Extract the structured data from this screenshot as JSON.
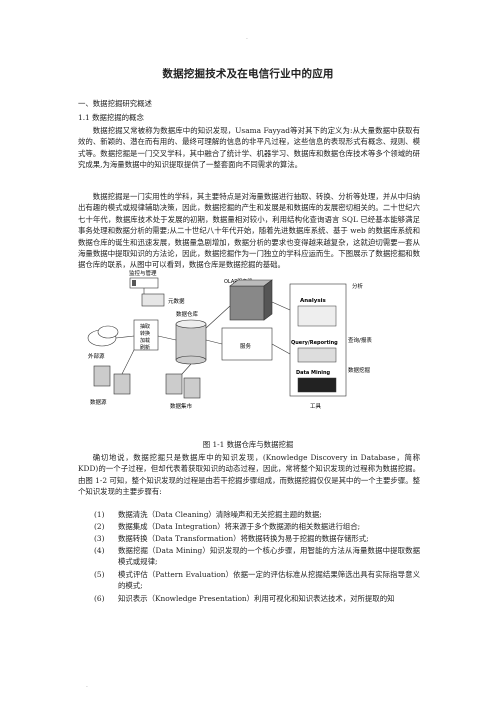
{
  "doc": {
    "top_mark": "·",
    "bottom_mark": "·",
    "title": "数据挖掘技术及在电信行业中的应用",
    "section1": "一、数据挖掘研究概述",
    "section1_1": "1.1 数据挖掘的概念",
    "para1": "数据挖掘又常被称为数据库中的知识发现，Usama Fayyad等对其下的定义为:从大量数据中获取有效的、新颖的、潜在而有用的、最终可理解的信息的非平凡过程，这些信息的表现形式有概念、规则、模式等。数据挖掘是一门交叉学科，其中融合了统计学、机器学习、数据库和数据仓库技术等多个领域的研究成果,为海量数据中的知识提取提供了一整套面向不同需求的算法。",
    "para2": "数据挖掘是一门实用性的学科，其主要特点是对海量数据进行抽取、转换、分析等处理，并从中归纳出有趣的模式或规律辅助决策，因此，数据挖掘的产生和发展是和数据库的发展密切相关的。二十世纪六七十年代，数据库技术处于发展的初期，数据量相对较小，利用结构化查询语言 SQL 已经基本能够满足事务处理和数据分析的需要;从二十世纪八十年代开始，随着先进数据库系统、基于 web 的数据库系统和数据仓库的诞生和迅速发展，数据量急剧增加，数据分析的要求也变得越来越复杂，这就迫切需要一套从海量数据中提取知识的方法论，因此，数据挖掘作为一门独立的学科应运而生。下图展示了数据挖掘和数据仓库的联系，从图中可以看到，数据仓库是数据挖掘的基础。",
    "figure_caption": "图 1-1  数据仓库与数据挖掘",
    "para3": "确切地说，数据挖掘只是数据库中的知识发现，(Knowledge Discovery in Database，简称 KDD)的一个子过程，但却代表着获取知识的动态过程，因此，常将整个知识发现的过程称为数据挖掘。由图 1-2 可知，整个知识发现的过程是由若干挖掘步骤组成，而数据挖掘仅仅是其中的一个主要步骤。整个知识发现的主要步骤有:",
    "steps": [
      {
        "num": "(1)",
        "text": "数据清洗（Data Cleaning）清除噪声和无关挖掘主题的数据;"
      },
      {
        "num": "(2)",
        "text": "数据集成（Data Integration）将来源于多个数据源的相关数据进行组合;"
      },
      {
        "num": "(3)",
        "text": "数据转换（Data Transformation）将数据转换为易于挖掘的数据存储形式;"
      },
      {
        "num": "(4)",
        "text": "数据挖掘（Data Mining）知识发现的一个核心步骤，用智能的方法从海量数据中提取数据模式或规律;"
      },
      {
        "num": "(5)",
        "text": "模式评估（Pattern Evaluation）依据一定的评估标准从挖掘结果筛选出具有实际指导意义的模式;"
      },
      {
        "num": "(6)",
        "text": "知识表示（Knowledge Presentation）利用可视化和知识表达技术，对所提取的知"
      }
    ]
  },
  "figure": {
    "monitor_label": "监控与管理",
    "metadata_label": "元数据",
    "external_source_label": "外部源",
    "process_label": "抽取\n转换\n加载\n刷新",
    "warehouse_label": "数据仓库",
    "olap_label": "OLAP服务器",
    "service_label": "服务",
    "analysis_label": "Analysis",
    "analysis_cn": "分析",
    "query_label": "Query/Reporting",
    "query_cn": "查询/报表",
    "mining_label": "Data Mining",
    "mining_cn": "数据挖掘",
    "data_source_label": "数据源",
    "data_mart_label": "数据集市",
    "tools_label": "工具"
  }
}
